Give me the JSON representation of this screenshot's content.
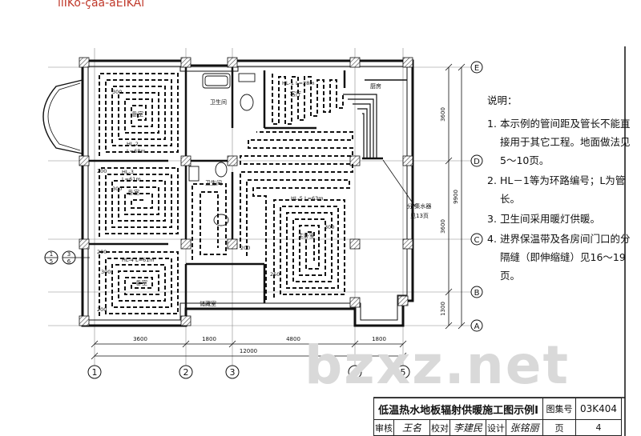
{
  "header_fragment": "ïïÎ­Kô-çaa-âËÌKÁï",
  "watermark": "bzxz.net",
  "axis_labels": {
    "rows": [
      "E",
      "D",
      "C",
      "B",
      "A"
    ],
    "cols": [
      "1",
      "2",
      "3",
      "4",
      "5"
    ],
    "side_marker": [
      "1",
      "5",
      "3",
      "6"
    ]
  },
  "dimensions": {
    "bottom": [
      "3600",
      "1800",
      "4800",
      "1800"
    ],
    "bottom_total": "12000",
    "right": [
      "3600",
      "3600",
      "1300"
    ],
    "right_total": "9900"
  },
  "rooms": {
    "bathroom1": "卫生间",
    "bathroom2": "卫生间",
    "kitchen": "厨房",
    "living": "客厅",
    "bedroom1": "卧室",
    "bedroom2": "卧室",
    "bedroom3": "卧室",
    "master_bedroom": "主卧室",
    "storage": "储藏室"
  },
  "loops": {
    "hl1": "HL-1  L=28m",
    "hl2a": "HL-2",
    "hl2b": "L=68m",
    "hl3a": "HL-3",
    "hl3b": "L=61m",
    "hl4": "HL-4  L=61m",
    "hl5": "HL-5  L=63m"
  },
  "spacing_labels": [
    "300",
    "200",
    "300",
    "200",
    "300",
    "200",
    "250",
    "300",
    "200"
  ],
  "manifold": [
    "分/集水器",
    "见13页"
  ],
  "notes": {
    "title": "说明：",
    "items": [
      {
        "num": "1.",
        "text": "本示例的管间距及管长不能直接用于其它工程。地面做法见5～10页。"
      },
      {
        "num": "2.",
        "text": "HL－1等为环路编号；L为管长。"
      },
      {
        "num": "3.",
        "text": "卫生间采用暖灯供暖。"
      },
      {
        "num": "4.",
        "text": "进界保温带及各房间门口的分隔缝（即伸缩缝）见16～19页。"
      }
    ]
  },
  "title_block": {
    "title": "低温热水地板辐射供暖施工图示例Ⅰ",
    "atlas_label": "图集号",
    "atlas_no": "03K404",
    "page_label": "页",
    "page_no": "4",
    "review": "审核",
    "review_sig": "王名",
    "check": "校对",
    "check_sig": "李建民",
    "design": "设计",
    "design_sig": "张铭丽"
  }
}
